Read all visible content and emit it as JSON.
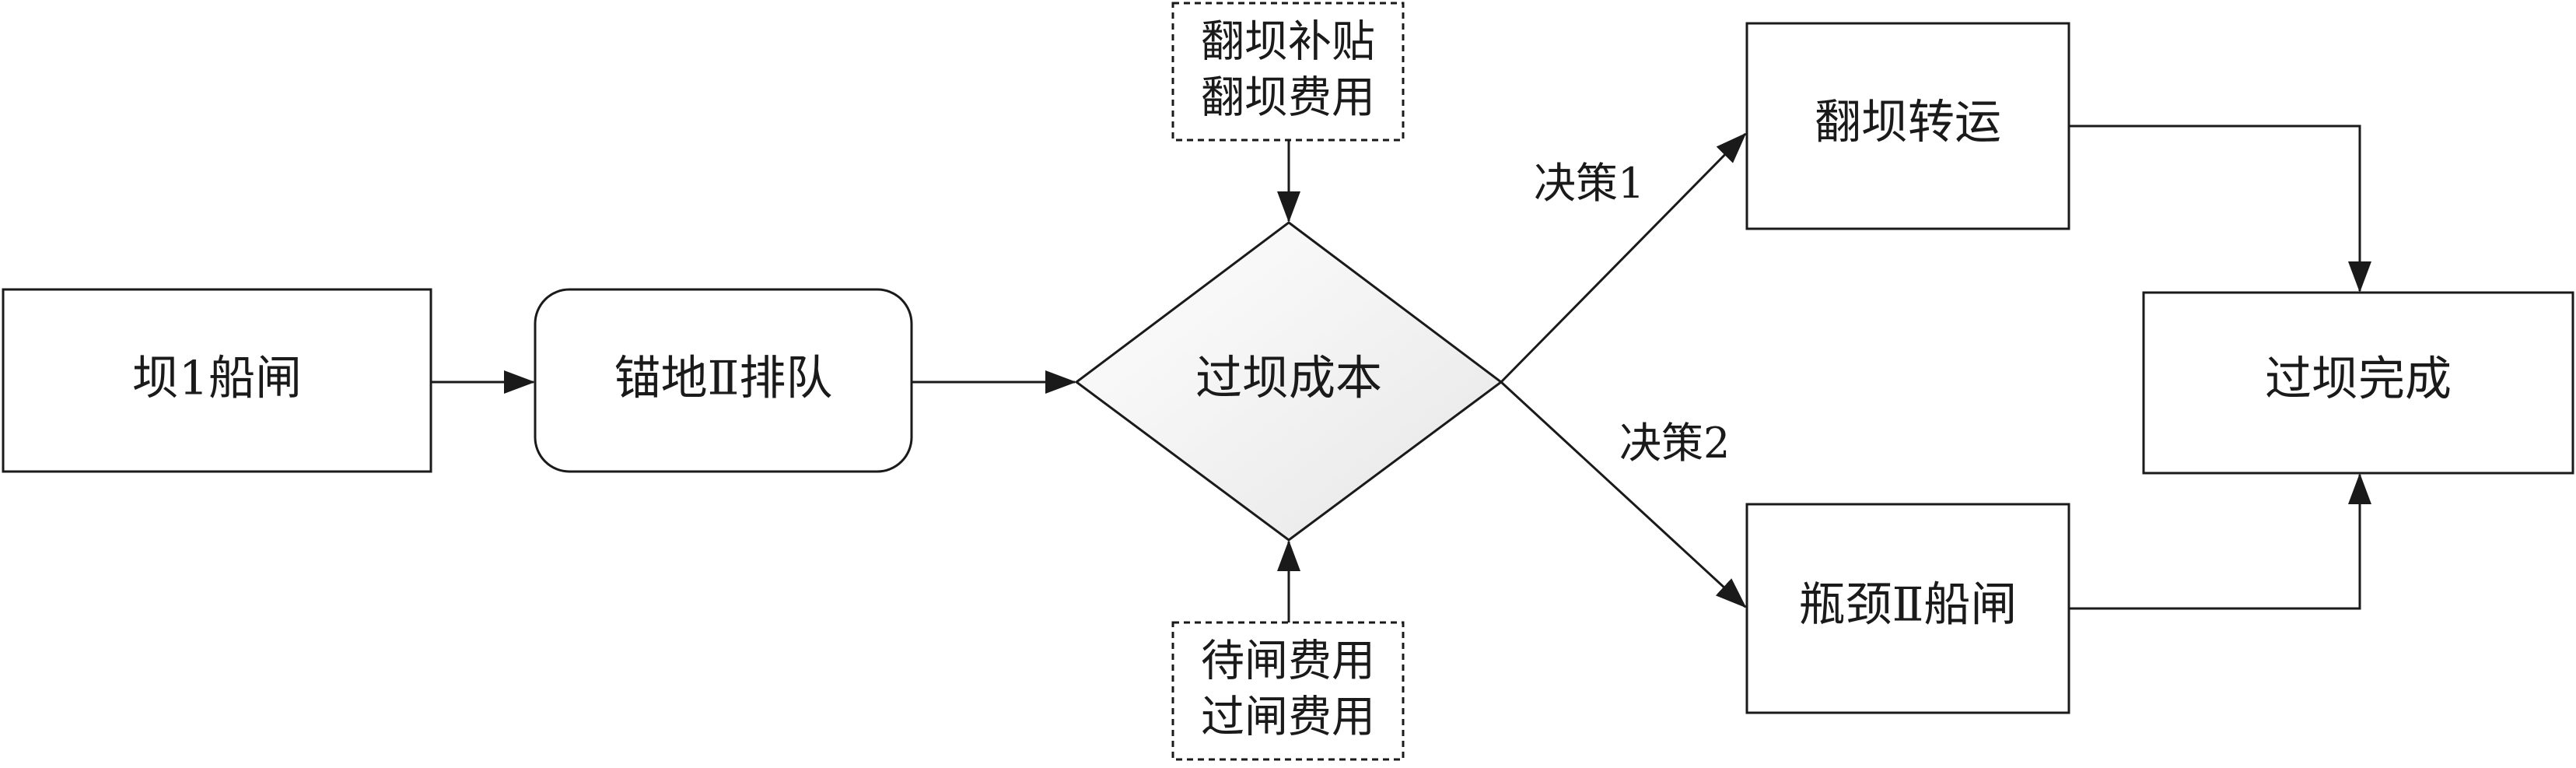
{
  "nodes": {
    "dam1_lock": "坝1船闸",
    "anchorage_queue": "锚地Ⅱ排队",
    "crossing_cost": "过坝成本",
    "dam_transfer": "翻坝转运",
    "bottleneck_lock": "瓶颈Ⅱ船闸",
    "crossing_done": "过坝完成"
  },
  "notes": {
    "top": [
      "翻坝补贴",
      "翻坝费用"
    ],
    "bottom": [
      "待闸费用",
      "过闸费用"
    ]
  },
  "edges": {
    "decision1": "决策1",
    "decision2": "决策2"
  },
  "colors": {
    "stroke": "#1a1a1a",
    "diamond_fill_light": "#ffffff",
    "diamond_fill_dark": "#e9e9e9"
  }
}
